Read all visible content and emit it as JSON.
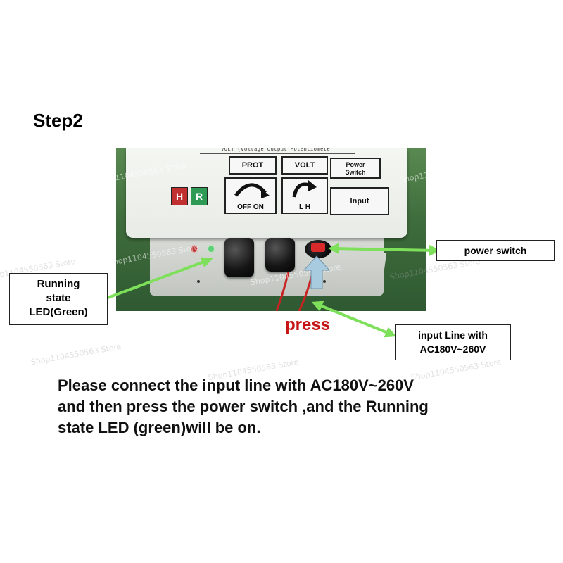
{
  "step_title": "Step2",
  "panel": {
    "header_text": "VOLT (Voltage Output Potentiometer",
    "prot_label": "PROT",
    "volt_label": "VOLT",
    "power_line1": "Power",
    "power_line2": "Switch",
    "input_label": "Input",
    "badge_h": "H",
    "badge_r": "R",
    "knob1_label": "OFF  ON",
    "knob2_label": "L       H"
  },
  "watermark": "Shop1104550563 Store",
  "labels": {
    "power_switch": "power switch",
    "running_line1": "Running",
    "running_line2": "state",
    "running_line3": "LED(Green)",
    "input_line1": "input Line with",
    "input_line2": "AC180V~260V",
    "press": "press"
  },
  "instructions": {
    "line1": "Please connect the input line with AC180V~260V",
    "line2": "and then press the power switch ,and the Running",
    "line3": "state LED (green)will be on."
  },
  "colors": {
    "arrow_green": "#7ee05a",
    "press_red": "#c51515",
    "indicator_arrow": "#a9cbe0"
  }
}
